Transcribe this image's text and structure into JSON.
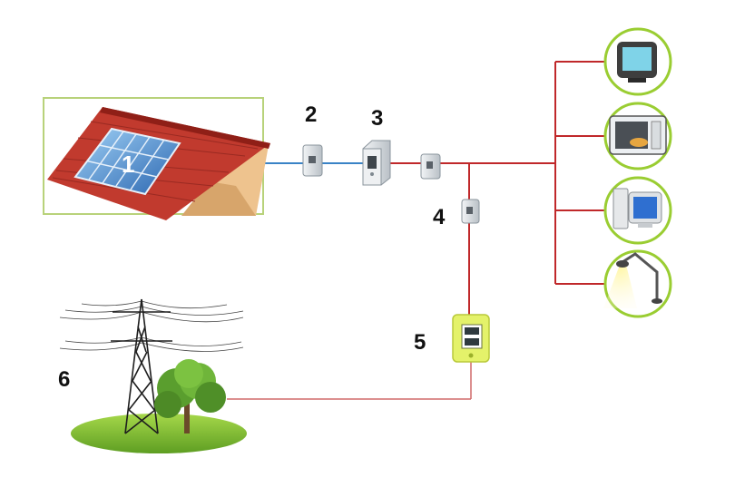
{
  "labels": {
    "solar_array": "1",
    "dc_isolator": "2",
    "inverter": "3",
    "ac_isolator": "4",
    "meter": "5",
    "grid": "6"
  },
  "colors": {
    "dc_wire": "#3a83c6",
    "ac_wire": "#c0282a",
    "grid_wire": "#d06a6a",
    "roof": "#c13a2e",
    "panel": "#2f6fb5",
    "frame_border": "#b8d27a",
    "circle_border": "#9acd32",
    "meter_body": "#e4f26a",
    "ground": "#8dc63f"
  },
  "appliances": [
    "tv-icon",
    "microwave-oven-icon",
    "computer-icon",
    "desk-lamp-icon"
  ]
}
